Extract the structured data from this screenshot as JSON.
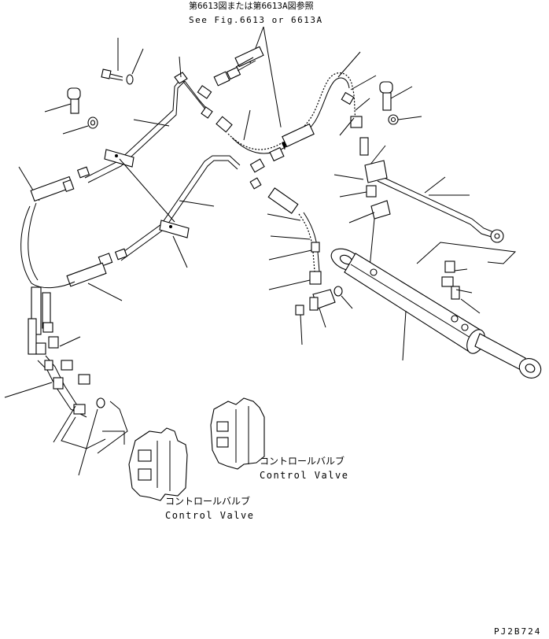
{
  "header": {
    "reference_jp": "第6613図または第6613A図参照",
    "reference_en": "See Fig.6613 or 6613A"
  },
  "valves": [
    {
      "label_jp": "コントロールバルブ",
      "label_en": "Control Valve"
    },
    {
      "label_jp": "コントロールバルブ",
      "label_en": "Control Valve"
    }
  ],
  "footer": {
    "drawing_code": "PJ2B724"
  }
}
